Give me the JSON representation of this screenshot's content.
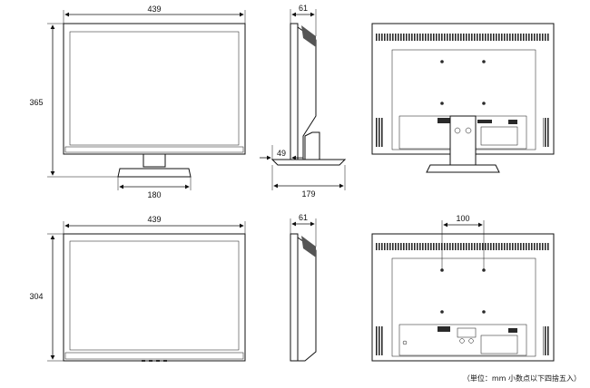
{
  "dimensions": {
    "top": {
      "front_width": "439",
      "front_height": "365",
      "stand_width": "180",
      "side_depth": "61",
      "side_stand_offset": "49",
      "side_stand_depth": "179"
    },
    "bottom": {
      "front_width": "439",
      "front_height": "304",
      "side_depth": "61",
      "rear_vesa": "100"
    }
  },
  "note": "（単位：mm  小数点以下四捨五入）",
  "colors": {
    "line": "#111111",
    "background": "#ffffff",
    "vent": "#2a2a2a"
  }
}
